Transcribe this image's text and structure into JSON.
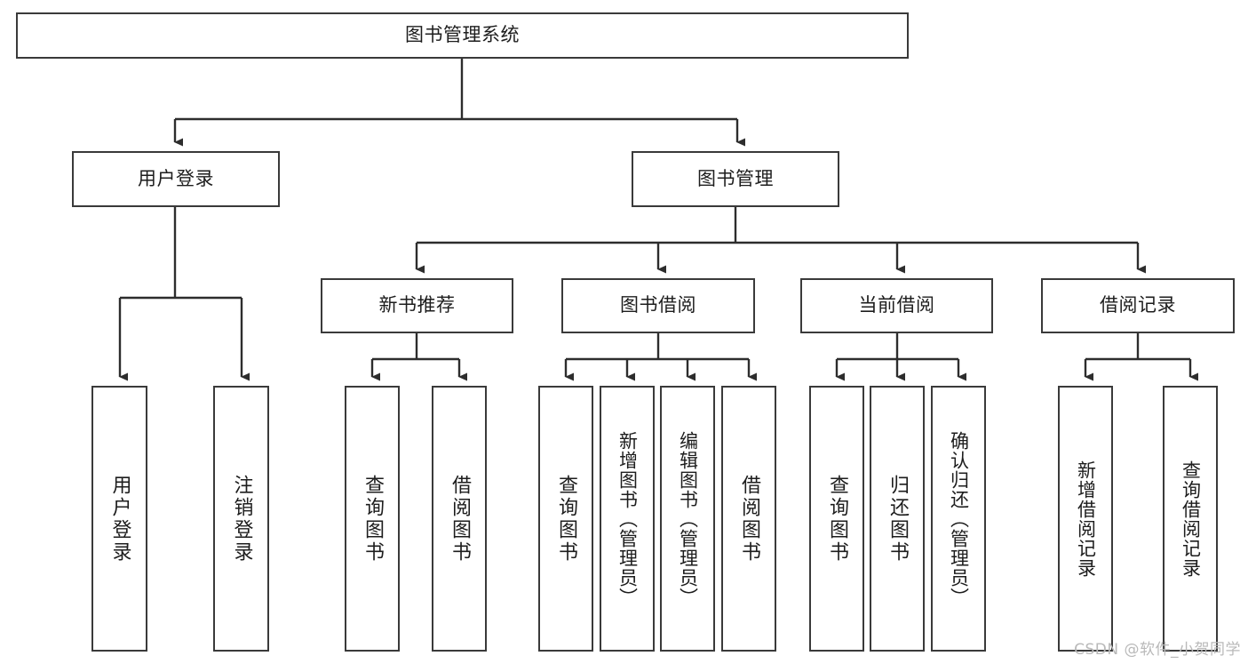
{
  "diagram": {
    "title": "图书管理系统",
    "type": "hierarchy-tree",
    "root": {
      "label": "图书管理系统"
    },
    "level2": [
      {
        "label": "用户登录"
      },
      {
        "label": "图书管理"
      }
    ],
    "level3": [
      {
        "label": "新书推荐"
      },
      {
        "label": "图书借阅"
      },
      {
        "label": "当前借阅"
      },
      {
        "label": "借阅记录"
      }
    ],
    "leaves": {
      "user_login": [
        {
          "label": "用户登录"
        },
        {
          "label": "注销登录"
        }
      ],
      "new_book_rec": [
        {
          "label": "查询图书"
        },
        {
          "label": "借阅图书"
        }
      ],
      "book_borrow": [
        {
          "label": "查询图书"
        },
        {
          "label": "新增图书（管理员）"
        },
        {
          "label": "编辑图书（管理员）"
        },
        {
          "label": "借阅图书"
        }
      ],
      "current_borrow": [
        {
          "label": "查询图书"
        },
        {
          "label": "归还图书"
        },
        {
          "label": "确认归还（管理员）"
        }
      ],
      "borrow_record": [
        {
          "label": "新增借阅记录"
        },
        {
          "label": "查询借阅记录"
        }
      ]
    }
  },
  "watermark": {
    "text": "CSDN @软件_小贺同学"
  },
  "colors": {
    "box_border": "#3a3a3a",
    "background": "#ffffff",
    "text": "#1d1d1d",
    "watermark": "#b9b9b9"
  }
}
